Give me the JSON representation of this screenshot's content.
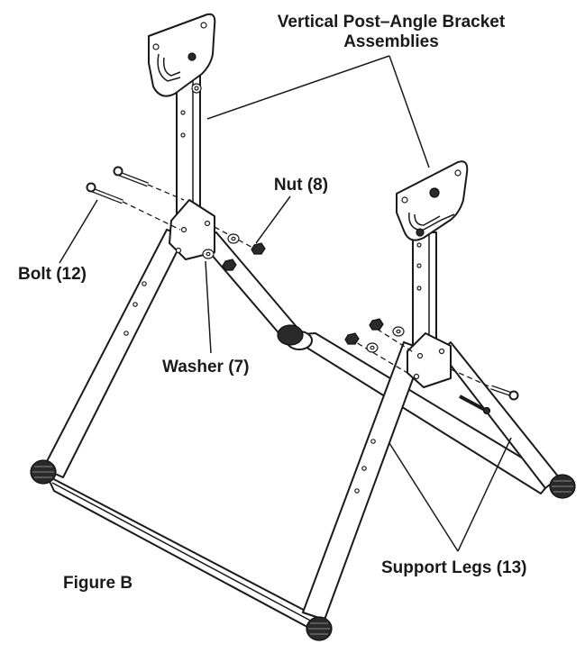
{
  "figure": {
    "caption": "Figure B"
  },
  "labels": {
    "bracket_assemblies_line1": "Vertical Post–Angle Bracket",
    "bracket_assemblies_line2": "Assemblies",
    "nut": "Nut (8)",
    "bolt": "Bolt (12)",
    "washer": "Washer (7)",
    "support_legs": "Support Legs (13)"
  }
}
